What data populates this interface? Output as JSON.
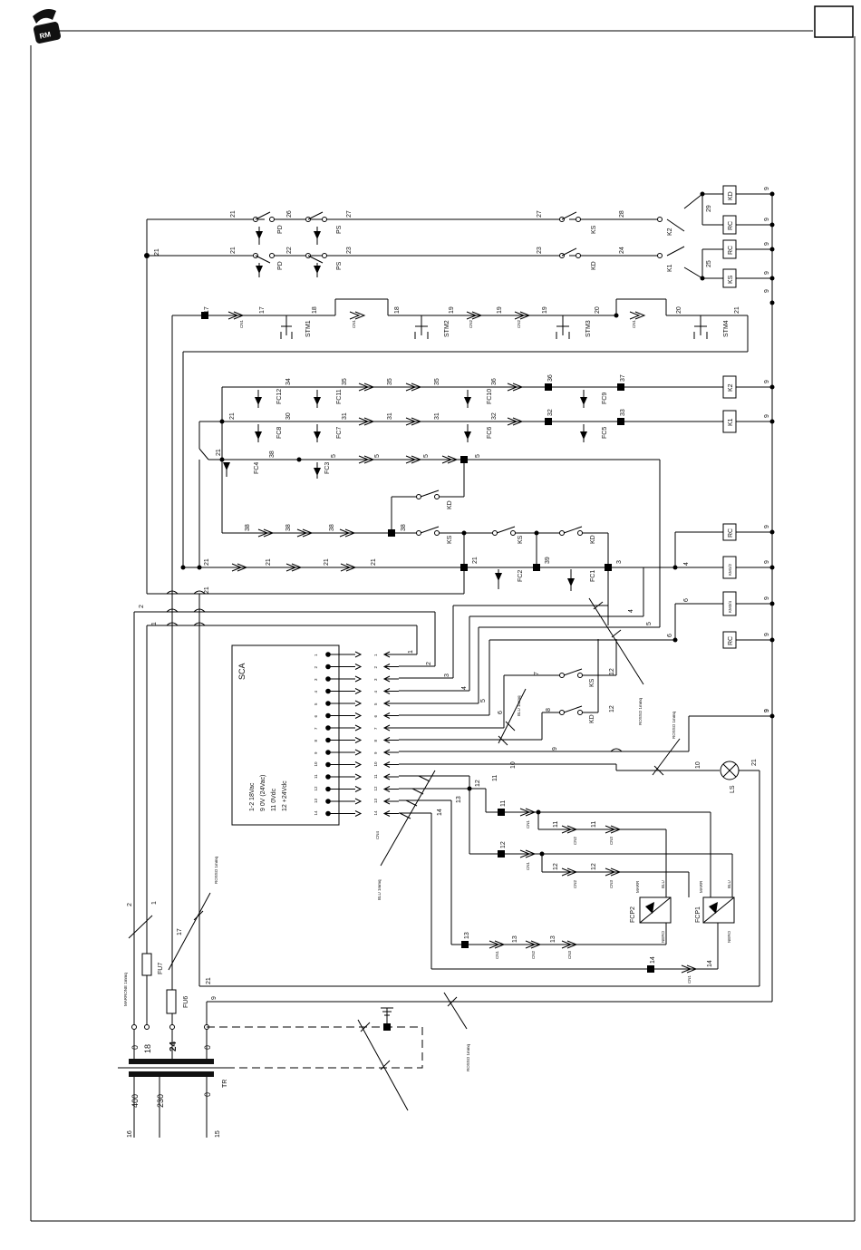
{
  "page": {
    "frame_box_label": ""
  },
  "logo": {
    "letters": "RM"
  },
  "terminal_block": {
    "title": "SCA",
    "legend": [
      "1-2 18Vac",
      "9 0V (24Vac)",
      "11 0Vdc",
      "12 +24Vdc"
    ],
    "terminals": [
      "1",
      "2",
      "3",
      "4",
      "5",
      "6",
      "7",
      "8",
      "9",
      "10",
      "11",
      "12",
      "13",
      "14"
    ],
    "connector": "CN4"
  },
  "top_contacts": {
    "row1_wires": [
      "21",
      "26",
      "27",
      "27",
      "28"
    ],
    "row2_wires": [
      "21",
      "22",
      "23",
      "23",
      "24"
    ],
    "devices": [
      "PD",
      "PS",
      "KS",
      "K2",
      "PD",
      "PS",
      "KD",
      "K1"
    ],
    "side_wires": [
      "29",
      "25"
    ],
    "coils": [
      "KD",
      "RC",
      "RC",
      "KS"
    ]
  },
  "stop_chain": {
    "wires": [
      "17",
      "17",
      "18",
      "18",
      "19",
      "19",
      "19",
      "20",
      "20",
      "21"
    ],
    "devices": [
      "STM1",
      "STM2",
      "STM3",
      "STM4"
    ],
    "connectors": [
      "CN1",
      "CN1",
      "CN2",
      "CN2",
      "CN1"
    ]
  },
  "fc_rows": {
    "row1_wires": [
      "34",
      "35",
      "35",
      "35",
      "36",
      "36",
      "37"
    ],
    "row1_devices": [
      "FC12",
      "FC11",
      "FC10",
      "FC9"
    ],
    "row1_coil": "K2",
    "row2_wires": [
      "21",
      "30",
      "31",
      "31",
      "31",
      "32",
      "32",
      "33"
    ],
    "row2_devices": [
      "FC8",
      "FC7",
      "FC6",
      "FC5"
    ],
    "row2_coil": "K1",
    "row3_wires": [
      "21",
      "38",
      "5",
      "5",
      "5",
      "5"
    ],
    "row3_devices": [
      "FC4",
      "FC3"
    ],
    "kd_contact": "KD",
    "row4_wires": [
      "38",
      "38",
      "38",
      "38"
    ],
    "row4_devices": [
      "KS",
      "KS",
      "KD"
    ],
    "row5_wires": [
      "21",
      "21",
      "21",
      "21",
      "21",
      "39",
      "3"
    ],
    "row5_devices": [
      "FC2",
      "FC1"
    ]
  },
  "right_coils": {
    "wire_4": "4",
    "wire_6": "6",
    "coils": [
      "RC",
      "KM1/2",
      "KM3/4",
      "RC"
    ],
    "neutral": "9"
  },
  "sca_outputs": {
    "wires": [
      "1",
      "2",
      "3",
      "4",
      "5",
      "6",
      "7",
      "8",
      "9",
      "10",
      "11",
      "12",
      "13",
      "14"
    ],
    "contacts": [
      "KS",
      "KD"
    ],
    "cable_notes": [
      "BLU 1mmq",
      "ROSSO 1mmq",
      "ROSSO 1mmq",
      "BLU 1mmq"
    ]
  },
  "sensors": {
    "labels": [
      "FCP1",
      "FCP2"
    ],
    "wire_colours": [
      "MARR",
      "BLU",
      "NERO"
    ],
    "connectors": [
      "CN1",
      "CN2",
      "CN3"
    ],
    "wires": [
      "11",
      "11",
      "11",
      "12",
      "12",
      "12",
      "13",
      "13",
      "13",
      "14",
      "14"
    ]
  },
  "lamp": {
    "label": "LS",
    "wires": [
      "10",
      "21"
    ]
  },
  "transformer": {
    "label": "TR",
    "primary": [
      "400",
      "230",
      "0"
    ],
    "secondary": [
      "0",
      "24",
      "0"
    ],
    "wires": [
      "18",
      "16",
      "15",
      "9"
    ],
    "fuses": [
      "FU7",
      "FU6"
    ],
    "supply_wires": [
      "2",
      "1",
      "17",
      "21",
      "9"
    ],
    "cable_notes": [
      "MARRONE 1mmq",
      "ROSSO 1mmq",
      "ROSSO 1mmq"
    ]
  }
}
